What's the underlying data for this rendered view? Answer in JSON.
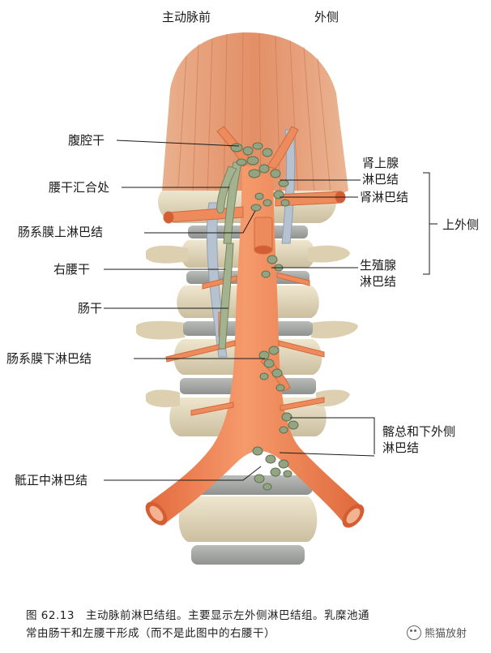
{
  "header": {
    "left": "主动脉前",
    "right": "外侧"
  },
  "labels_left": {
    "celiac_trunk": "腹腔干",
    "lumbar_confluence": "腰干汇合处",
    "superior_mesenteric_nodes": "肠系膜上淋巴结",
    "right_lumbar_trunk": "右腰干",
    "intestinal_trunk": "肠干",
    "inferior_mesenteric_nodes": "肠系膜下淋巴结",
    "median_sacral_nodes": "骶正中淋巴结"
  },
  "labels_right": {
    "adrenal_nodes_l1": "肾上腺",
    "adrenal_nodes_l2": "淋巴结",
    "renal_nodes": "肾淋巴结",
    "gonadal_nodes_l1": "生殖腺",
    "gonadal_nodes_l2": "淋巴结",
    "iliac_nodes_l1": "髂总和下外侧",
    "iliac_nodes_l2": "淋巴结",
    "upper_lateral_group": "上外侧"
  },
  "caption": {
    "figure_no": "图 62.13",
    "text_line1": "主动脉前淋巴结组。主要显示左外侧淋巴结组。乳糜池通",
    "text_line2": "常由肠干和左腰干形成（而不是此图中的右腰干）"
  },
  "watermark": "熊猫放射",
  "colors": {
    "aorta": "#f0875a",
    "aorta_dark": "#d9643a",
    "muscle": "#e8a27a",
    "vertebra": "#e6dcc2",
    "disc": "#a7aaa6",
    "lymph": "#8e9f7c",
    "lymph_duct": "#a8b594",
    "vein_blue": "#a9b7c7"
  }
}
